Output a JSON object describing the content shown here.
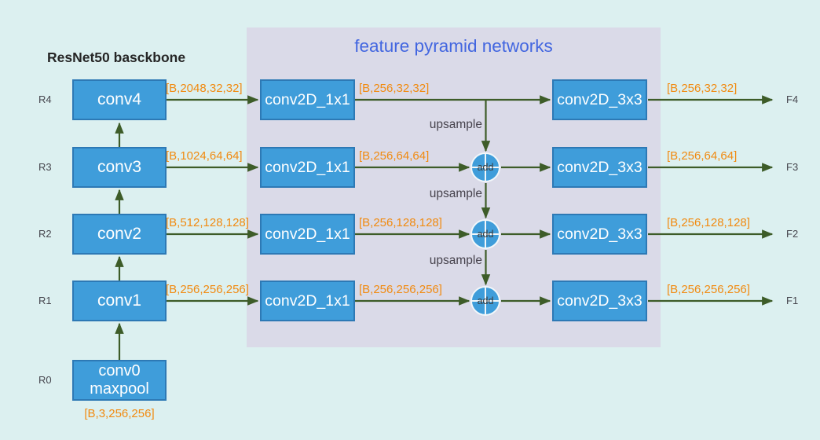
{
  "backbone": {
    "title": "ResNet50 basckbone",
    "rows": [
      {
        "id": "R4",
        "label": "conv4",
        "out_dim": "[B,2048,32,32]"
      },
      {
        "id": "R3",
        "label": "conv3",
        "out_dim": "[B,1024,64,64]"
      },
      {
        "id": "R2",
        "label": "conv2",
        "out_dim": "[B,512,128,128]"
      },
      {
        "id": "R1",
        "label": "conv1",
        "out_dim": "[B,256,256,256]"
      }
    ],
    "input": {
      "id": "R0",
      "label_line1": "conv0",
      "label_line2": "maxpool",
      "in_dim": "[B,3,256,256]"
    }
  },
  "fpn": {
    "title": "feature pyramid networks",
    "upsample_label": "upsample",
    "add_label": "add",
    "rows": [
      {
        "conv1x1": "conv2D_1x1",
        "lateral_dim": "[B,256,32,32]",
        "conv3x3": "conv2D_3x3",
        "out_dim": "[B,256,32,32]",
        "output": "F4"
      },
      {
        "conv1x1": "conv2D_1x1",
        "lateral_dim": "[B,256,64,64]",
        "conv3x3": "conv2D_3x3",
        "out_dim": "[B,256,64,64]",
        "output": "F3"
      },
      {
        "conv1x1": "conv2D_1x1",
        "lateral_dim": "[B,256,128,128]",
        "conv3x3": "conv2D_3x3",
        "out_dim": "[B,256,128,128]",
        "output": "F2"
      },
      {
        "conv1x1": "conv2D_1x1",
        "lateral_dim": "[B,256,256,256]",
        "conv3x3": "conv2D_3x3",
        "out_dim": "[B,256,256,256]",
        "output": "F1"
      }
    ]
  },
  "colors": {
    "background": "#dcf0f0",
    "fpn_panel": "#dadae8",
    "node_fill": "#3f9dda",
    "node_border": "#2d79b5",
    "arrow": "#3d5c28",
    "dim_label": "#f18a10",
    "fpn_title": "#4266e0",
    "backbone_title": "#262626"
  }
}
